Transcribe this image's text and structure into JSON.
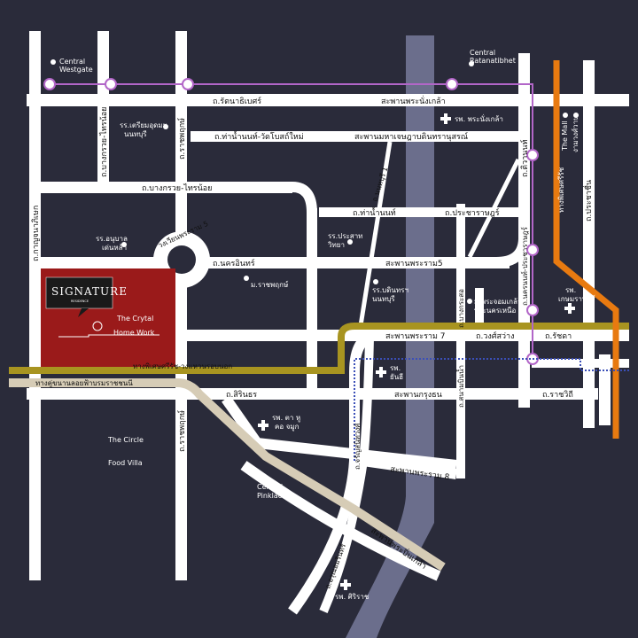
{
  "roads": {
    "ratanathibet": "ถ.รัตนาธิเบศร์",
    "nonthaburi_bridge": "สะพานพระนั่งเกล้า",
    "tha_nam_non_wat": "ถ.ท่าน้ำนนท์-วัดโบสถ์ใหม่",
    "maha_chesada_bridge": "สะพานมหาเจษฎาบดินทรานุสรณ์",
    "bang_kruai_sai_noi": "ถ.บางกรวย-ไทรน้อย",
    "tha_nam_non": "ถ.ท่าน้ำนนท์",
    "pracharat": "ถ.ประชาราษฎร์",
    "nakhon_in": "ถ.นครอินทร์",
    "rama5_bridge": "สะพานพระราม5",
    "rama7_bridge": "สะพานพระราม 7",
    "wongsawang": "ถ.วงศ์สว่าง",
    "ratchada": "ถ.รัชดา",
    "kanchanaphisek_expressway": "ทางพิเศษศรีรัช-วงแหวนรอบนอก",
    "borommaratchachonnani_elevated": "ทางคู่ขนานลอยฟ้าบรมราชชนนี",
    "sirindhorn": "ถ.สิรินธร",
    "krung_thon_bridge": "สะพานกรุงธน",
    "ratchawithi": "ถ.ราชวิถี",
    "rama8_bridge": "สะพานพระราม 8",
    "pinklao_bridge": "สะพานพระปิ่นเกล้า",
    "bang_kruai_sai_noi_v": "ถ.บางกรวย-ไทรน้อย",
    "ratchaphruek": "ถ.ราชพฤกษ์",
    "kanchanaphisek": "ถ.กาญจนาภิเษก",
    "rama5_circle": "วงเวียนพระราม 5",
    "nonthaburi1": "ถ.นนทบุรี 1",
    "charan_sanitwong": "ถ.จรัญสนิทวงศ์",
    "arun_amarin": "ถ.อรุณอมรินทร์",
    "tiwanon": "ถ.ติวานนท์",
    "nakhon_non_pracharat": "ถ.นครนนท์-ประชาราษฎร์",
    "bang_krasor": "ถ.บางกระสอ",
    "sanambinnam": "ถ.สนามบินน้ำ",
    "prachachuen": "ถ.ประชาชื่น",
    "tiwanon_expressway": "ทางพิเศษศรีรัช"
  },
  "places": {
    "central_westgate": "Central\nWestgate",
    "central_rattanathibet": "Central\nRatanatibhet",
    "school_triam": "รร.เตรียมอุดมฯ\nนนทบุรี",
    "kindergarten": "รร.อนุบาล\nเด่นหล้า",
    "prasat_school": "รร.ประสาท\nวิทยา",
    "rajapruek_univ": "ม.ราชพฤกษ์",
    "bodindecha": "รร.บดินทรฯ\nนนทบุรี",
    "hosp_phranangklao": "รพ. พระนั่งเกล้า",
    "hosp_ruamjai": "ม.พระจอมเกล้า\nพระนครเหนือ",
    "hosp_yanhee": "รพ.\nยันฮี",
    "hosp_kasemrad": "รพ.\nเกษมราษฎร์",
    "hosp_siriraj": "รพ. ศิริราช",
    "hosp_sukhumvit": "รพ. ตา หู\nคอ จมูก",
    "the_mall": "The Mall",
    "the_mall_ngamwong": "งามวงศ์วาน",
    "the_circle": "The Circle",
    "food_villa": "Food Villa",
    "central_pinklao": "Central\nPinklao",
    "the_crytal": "The Crytal",
    "home_work": "Home Work"
  },
  "project": {
    "name": "SIGNATURE",
    "subtitle": "RESIDENCE"
  },
  "colors": {
    "background": "#2a2b3a",
    "road": "#ffffff",
    "river": "#6b6e8c",
    "project_zone": "#9a1a1a",
    "expressway_gold": "#a89420",
    "elevated_beige": "#d6ccb6",
    "orange_line": "#e87a10",
    "purple_line": "#b266c8",
    "blue_dotted": "#3b4fb8"
  },
  "icons": {
    "hospital": "hospital-cross-icon",
    "place": "place-dot-icon",
    "station": "station-circle-icon"
  }
}
